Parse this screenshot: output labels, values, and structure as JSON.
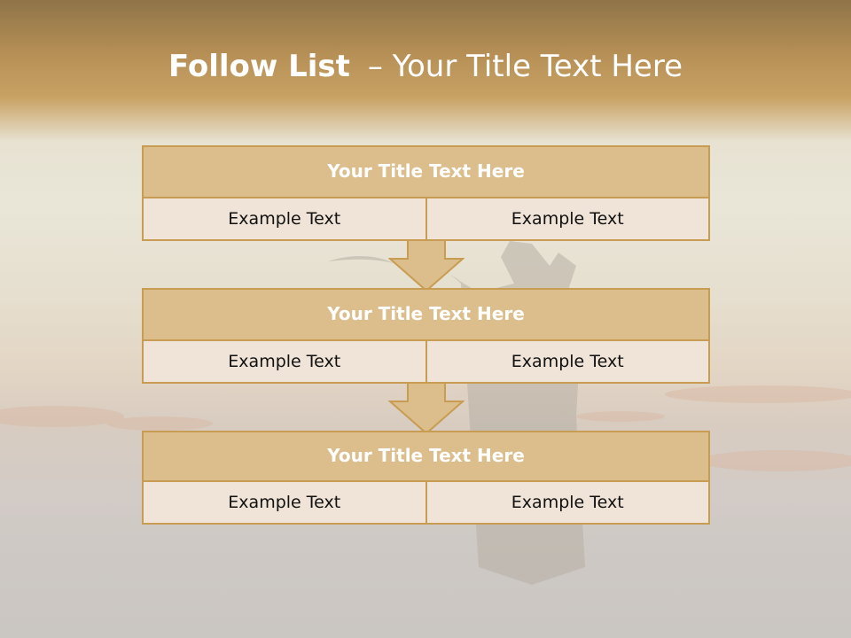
{
  "slide": {
    "title_bold": "Follow List",
    "title_rest": "– Your Title Text Here"
  },
  "blocks": [
    {
      "header": "Your Title Text Here",
      "left": "Example Text",
      "right": "Example Text"
    },
    {
      "header": "Your Title Text Here",
      "left": "Example Text",
      "right": "Example Text"
    },
    {
      "header": "Your Title Text Here",
      "left": "Example Text",
      "right": "Example Text"
    }
  ],
  "colors": {
    "accent_border": "#c89c52",
    "header_fill": "#dcbe8c",
    "cell_fill": "#efe4d7",
    "arrow_fill": "#dcbe8c"
  },
  "icons": [
    "down-arrow-icon",
    "down-arrow-icon"
  ]
}
